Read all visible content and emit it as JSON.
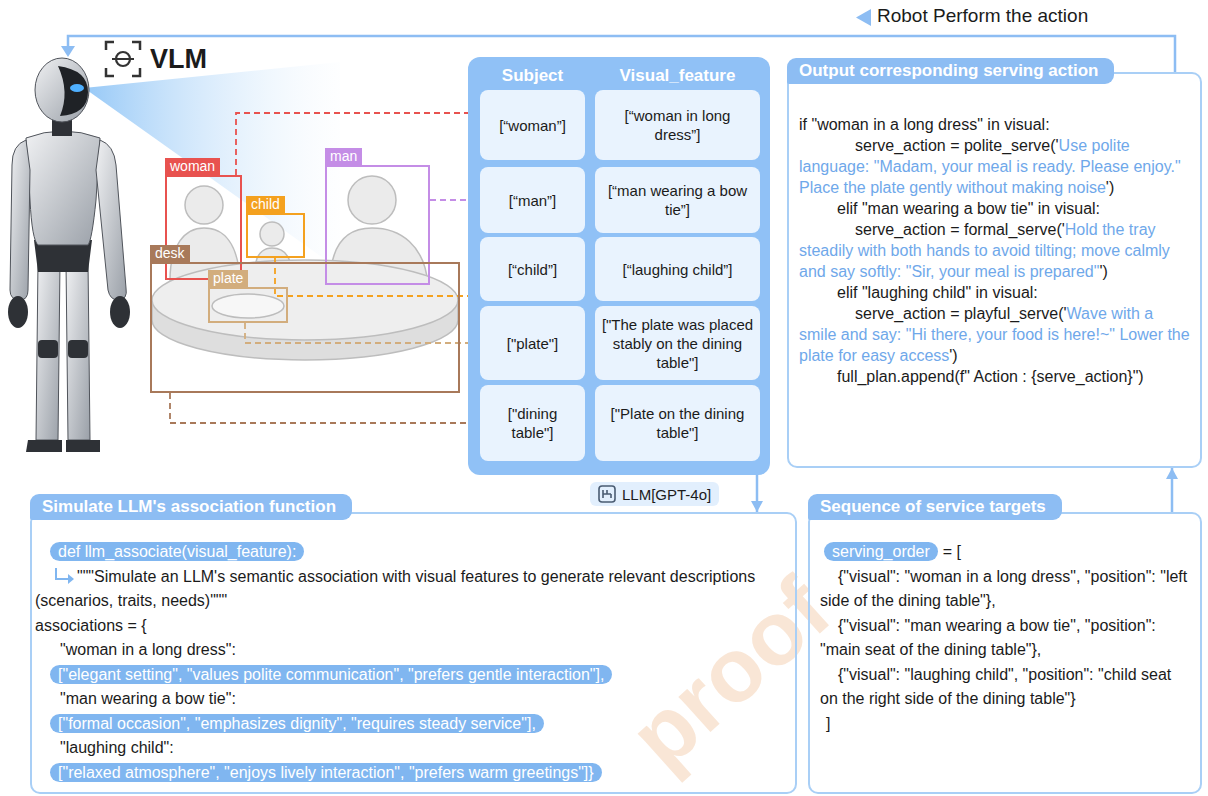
{
  "diagram": {
    "nodes": [
      {
        "text": [
          "woman"
        ]
      },
      {
        "text": [
          "man"
        ]
      },
      {
        "text": [
          "child"
        ]
      },
      {
        "text": [
          "desk"
        ]
      },
      {
        "text": [
          "plate"
        ],
        "in": 3
      },
      {
        "text": [
          "Subject",
          "Visual_feature"
        ]
      },
      {
        "text": [
          "[“woman”]"
        ],
        "in": 5
      },
      {
        "text": [
          "[“woman in long dress”]"
        ],
        "in": 5
      },
      {
        "text": [
          "[“man”]"
        ],
        "in": 5
      },
      {
        "text": [
          "[“man wearing a bow tie”]"
        ],
        "in": 5
      },
      {
        "text": [
          "[“child”]"
        ],
        "in": 5
      },
      {
        "text": [
          "[“laughing child”]"
        ],
        "in": 5
      },
      {
        "text": [
          "[\"plate\"]"
        ],
        "in": 5
      },
      {
        "text": [
          "[\"The plate was placed stably on the dining table\"]"
        ],
        "in": 5
      },
      {
        "text": [
          "[\"dining table\"]"
        ],
        "in": 5
      },
      {
        "text": [
          "[\"Plate on the dining table\"]"
        ],
        "in": 5
      },
      {
        "text": [
          "Output corresponding serving action",
          "if \"woman in a long dress\" in visual:",
          "serve_action = polite_serve('",
          "Use polite language: \"Madam, your meal is ready. Please enjoy.\" Place the plate gently without making noise",
          "')",
          "elif \"man wearing a bow tie\" in visual:",
          "serve_action = formal_serve('",
          "Hold the tray steadily with both hands to avoid tilting; move calmly and say softly: \"Sir, your meal is prepared\"",
          "')",
          "elif \"laughing child\" in visual:",
          "serve_action = playful_serve('",
          "Wave with a smile and say: \"Hi there, your food is here!~\" Lower the plate for easy access",
          "')",
          "full_plan.append(f\" Action : {serve_action}\")"
        ]
      },
      {
        "text": [
          "Simulate LLM's association function",
          "def llm_associate(visual_feature):",
          "\"\"\"Simulate an LLM's semantic association with visual features to generate relevant descriptions (scenarios, traits, needs)\"\"\"",
          "associations = {",
          "\"woman in a long dress\":",
          "[\"elegant setting\", \"values polite communication\", \"prefers gentle interaction\"],",
          "\"man wearing a bow tie\":",
          "[\"formal occasion\", \"emphasizes dignity\", \"requires steady service\"],",
          "\"laughing child\":",
          "[\"relaxed atmosphere\", \"enjoys lively interaction\", \"prefers warm greetings\"]}"
        ]
      },
      {
        "text": [
          "Sequence of service targets",
          "serving_order",
          "= [",
          "{\"visual\": \"woman in a long dress\", \"position\": \"left side of the dining table\"},",
          "{\"visual\": \"man wearing a bow tie\", \"position\": \"main seat of the dining table\"},",
          "{\"visual\": \"laughing child\", \"position\": \"child seat on the right side of the dining table\"}",
          "]"
        ]
      }
    ],
    "edges": [
      {
        "from": 0,
        "to": 6,
        "arrow": "none"
      },
      {
        "from": 1,
        "to": 8,
        "arrow": "none"
      },
      {
        "from": 2,
        "to": 10,
        "arrow": "none"
      },
      {
        "from": 4,
        "to": 12,
        "arrow": "none"
      },
      {
        "from": 3,
        "to": 14,
        "arrow": "none"
      },
      {
        "from": 5,
        "to": 17,
        "arrow": "to"
      },
      {
        "from": 18,
        "to": 16,
        "arrow": "to"
      }
    ],
    "labels": [
      "Robot Perform the action",
      "VLM",
      "LLM[GPT-4o]",
      "proof"
    ]
  }
}
